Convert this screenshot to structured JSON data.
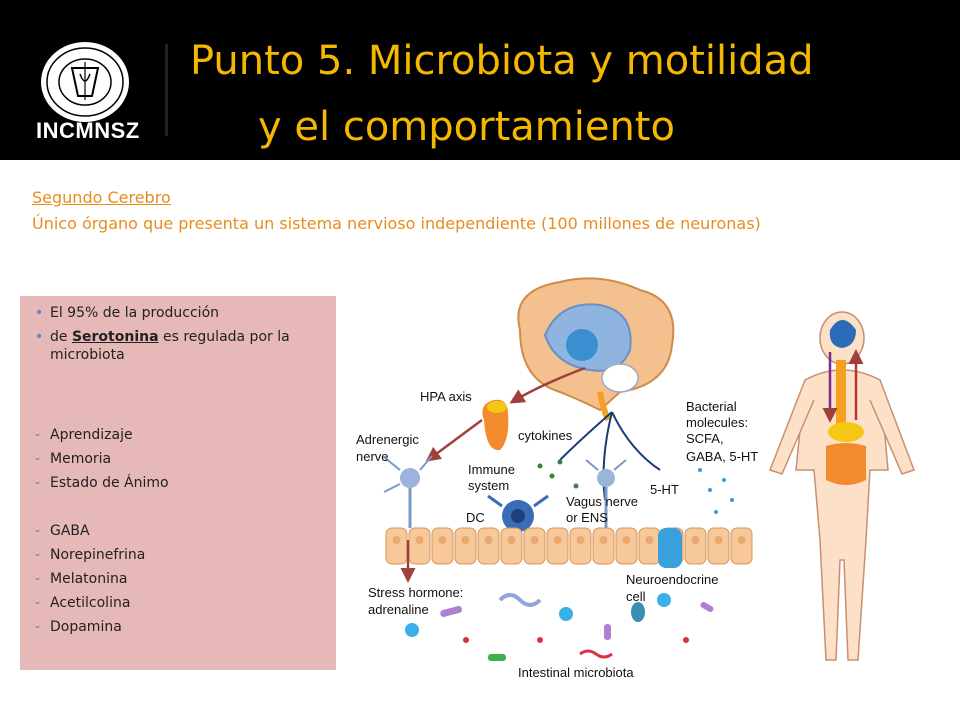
{
  "header": {
    "logo_text": "INCMNSZ",
    "title_line1": "Punto 5. Microbiota y motilidad",
    "title_line2": "y el comportamiento"
  },
  "intro": {
    "subheading": "Segundo Cerebro",
    "description": "Único órgano que presenta un sistema nervioso independiente (100 millones de neuronas)"
  },
  "panel": {
    "bullet1": "El 95% de la producción",
    "bullet2_prefix": "de ",
    "bullet2_highlight": "Serotonina",
    "bullet2_suffix": " es regulada por la microbiota",
    "dash_group1": [
      "Aprendizaje",
      "Memoria",
      "Estado de Ánimo"
    ],
    "dash_group2": [
      "GABA",
      "Norepinefrina",
      "Melatonina",
      "Acetilcolina",
      "Dopamina"
    ]
  },
  "figure": {
    "labels": {
      "hpa": "HPA axis",
      "cytokines": "cytokines",
      "bacterial1": "Bacterial",
      "bacterial2": "molecules:",
      "bacterial3": "SCFA,",
      "bacterial4": "GABA, 5-HT",
      "adrenergic1": "Adrenergic",
      "adrenergic2": "nerve",
      "immune1": "Immune",
      "immune2": "system",
      "dc": "DC",
      "vagus1": "Vagus nerve",
      "vagus2": "or ENS",
      "ht": "5-HT",
      "stress1": "Stress hormone:",
      "stress2": "adrenaline",
      "neuro1": "Neuroendocrine",
      "neuro2": "cell",
      "micro": "Intestinal microbiota"
    }
  },
  "colors": {
    "title": "#f5b800",
    "accent": "#e88c1e",
    "panel": "#e6b8b7",
    "arrow": "#a0403a"
  }
}
